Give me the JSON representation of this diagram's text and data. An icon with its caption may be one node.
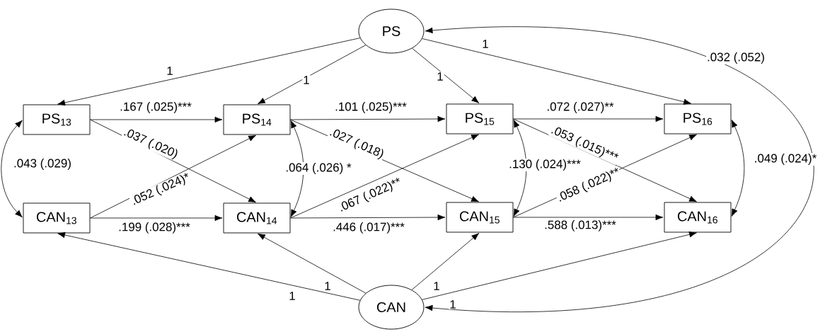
{
  "diagram": {
    "nodes": [
      {
        "text": [
          "PS"
        ]
      },
      {
        "text": [
          "PS$_{13}$"
        ]
      },
      {
        "text": [
          "PS$_{14}$"
        ]
      },
      {
        "text": [
          "PS$_{15}$"
        ]
      },
      {
        "text": [
          "PS$_{16}$"
        ]
      },
      {
        "text": [
          "CAN$_{13}$"
        ]
      },
      {
        "text": [
          "CAN$_{14}$"
        ]
      },
      {
        "text": [
          "CAN$_{15}$"
        ]
      },
      {
        "text": [
          "CAN$_{16}$"
        ]
      },
      {
        "text": [
          "CAN"
        ]
      }
    ],
    "edges": [
      {
        "from": 0,
        "to": 1,
        "arrow": "to",
        "label": "1"
      },
      {
        "from": 0,
        "to": 2,
        "arrow": "to",
        "label": "1"
      },
      {
        "from": 0,
        "to": 3,
        "arrow": "to",
        "label": "1"
      },
      {
        "from": 0,
        "to": 4,
        "arrow": "to",
        "label": "1"
      },
      {
        "from": 1,
        "to": 2,
        "arrow": "to",
        "label": ".167 (.025)***"
      },
      {
        "from": 2,
        "to": 3,
        "arrow": "to",
        "label": ".101 (.025)***"
      },
      {
        "from": 3,
        "to": 4,
        "arrow": "to",
        "label": ".072 (.027)**"
      },
      {
        "from": 1,
        "to": 6,
        "arrow": "to",
        "label": ".037 (.020)"
      },
      {
        "from": 5,
        "to": 2,
        "arrow": "to",
        "label": ".052 (.024)*"
      },
      {
        "from": 2,
        "to": 7,
        "arrow": "to",
        "label": ".027 (.018)"
      },
      {
        "from": 6,
        "to": 3,
        "arrow": "to",
        "label": ".067 (.022)**"
      },
      {
        "from": 3,
        "to": 8,
        "arrow": "to",
        "label": ".053 (.015)***"
      },
      {
        "from": 7,
        "to": 4,
        "arrow": "to",
        "label": ".058 (.022)**"
      },
      {
        "from": 1,
        "to": 5,
        "arrow": "both",
        "label": ".043 (.029)"
      },
      {
        "from": 2,
        "to": 6,
        "arrow": "both",
        "label": ".064 (.026) *"
      },
      {
        "from": 3,
        "to": 7,
        "arrow": "both",
        "label": ".130 (.024)***"
      },
      {
        "from": 4,
        "to": 8,
        "arrow": "both",
        "label": ".049 (.024)*"
      },
      {
        "from": 5,
        "to": 6,
        "arrow": "to",
        "label": ".199 (.028)***"
      },
      {
        "from": 6,
        "to": 7,
        "arrow": "to",
        "label": ".446 (.017)***"
      },
      {
        "from": 7,
        "to": 8,
        "arrow": "to",
        "label": ".588 (.013)***"
      },
      {
        "from": 9,
        "to": 5,
        "arrow": "to",
        "label": "1"
      },
      {
        "from": 9,
        "to": 6,
        "arrow": "to",
        "label": "1"
      },
      {
        "from": 9,
        "to": 7,
        "arrow": "to",
        "label": "1"
      },
      {
        "from": 9,
        "to": 8,
        "arrow": "to",
        "label": "1"
      },
      {
        "from": 9,
        "to": 0,
        "arrow": "both",
        "label": ".032 (.052)"
      }
    ]
  }
}
